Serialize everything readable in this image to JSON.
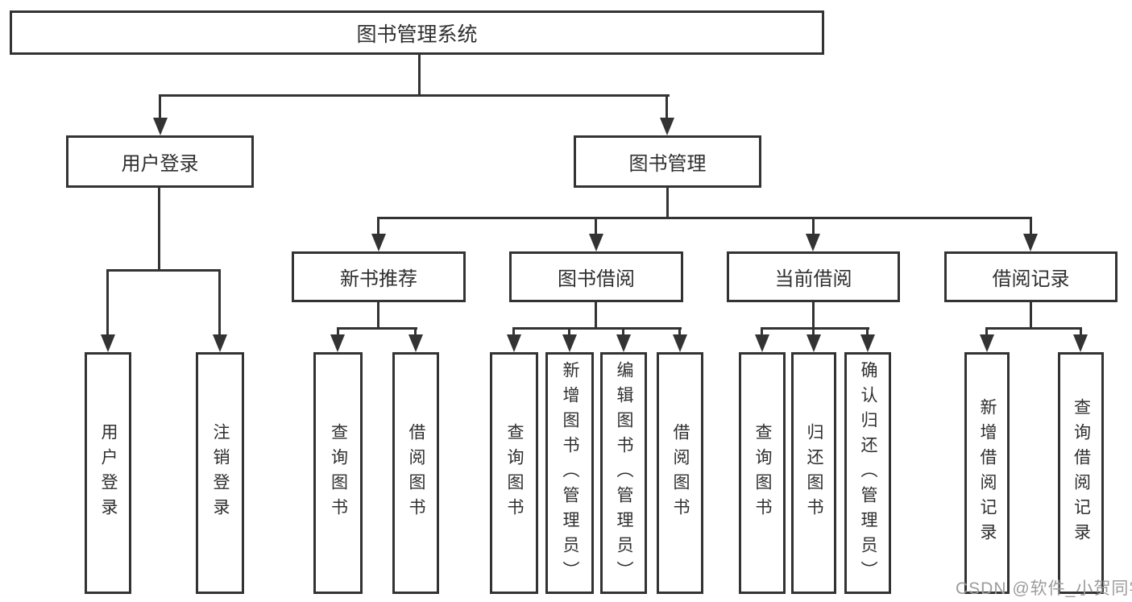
{
  "watermark": "CSDN @软件_小贺同学",
  "colors": {
    "line": "#333333",
    "text": "#2f2f2f",
    "watermark": "#9c9c9c",
    "background": "#ffffff"
  },
  "diagram": {
    "root": "图书管理系统",
    "level2": {
      "user_login": "用户登录",
      "book_management": "图书管理"
    },
    "level3": {
      "new_book_recommend": "新书推荐",
      "book_borrow": "图书借阅",
      "current_borrow": "当前借阅",
      "borrow_records": "借阅记录"
    },
    "leaves": {
      "user_login": [
        "用户登录",
        "注销登录"
      ],
      "new_book_recommend": [
        "查询图书",
        "借阅图书"
      ],
      "book_borrow": [
        "查询图书",
        "新增图书（管理员）",
        "编辑图书（管理员）",
        "借阅图书"
      ],
      "current_borrow": [
        "查询图书",
        "归还图书",
        "确认归还（管理员）"
      ],
      "borrow_records": [
        "新增借阅记录",
        "查询借阅记录"
      ]
    }
  }
}
